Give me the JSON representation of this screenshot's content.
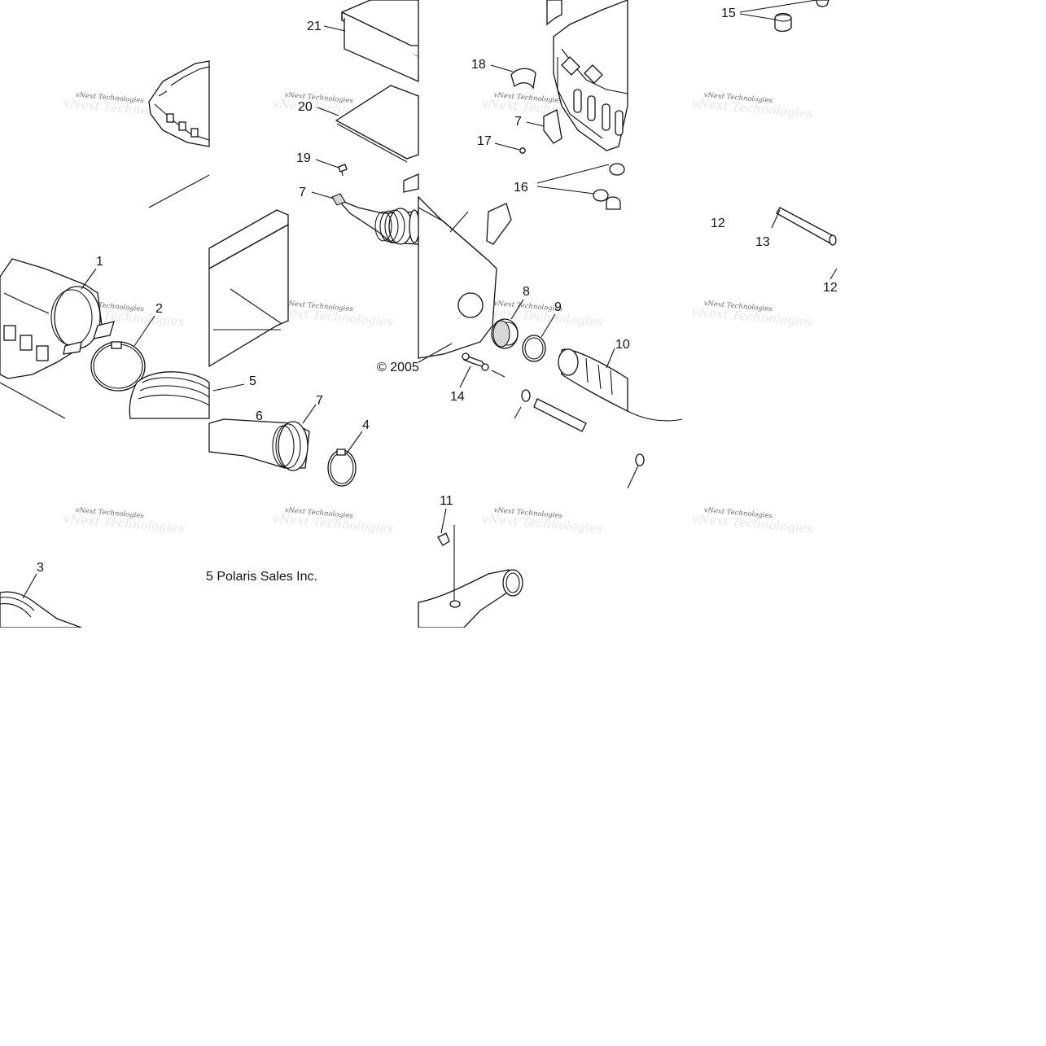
{
  "callouts": [
    {
      "id": "c21",
      "text": "21"
    },
    {
      "id": "c20",
      "text": "20"
    },
    {
      "id": "c19",
      "text": "19"
    },
    {
      "id": "c7a",
      "text": "7"
    },
    {
      "id": "c18",
      "text": "18"
    },
    {
      "id": "c7b",
      "text": "7"
    },
    {
      "id": "c17",
      "text": "17"
    },
    {
      "id": "c16",
      "text": "16"
    },
    {
      "id": "c15",
      "text": "15"
    },
    {
      "id": "c1",
      "text": "1"
    },
    {
      "id": "c2",
      "text": "2"
    },
    {
      "id": "c8",
      "text": "8"
    },
    {
      "id": "c9",
      "text": "9"
    },
    {
      "id": "c10",
      "text": "10"
    },
    {
      "id": "c14",
      "text": "14"
    },
    {
      "id": "c5",
      "text": "5"
    },
    {
      "id": "c6",
      "text": "6"
    },
    {
      "id": "c7c",
      "text": "7"
    },
    {
      "id": "c4",
      "text": "4"
    },
    {
      "id": "c11",
      "text": "11"
    },
    {
      "id": "c3",
      "text": "3"
    },
    {
      "id": "c12a",
      "text": "12"
    },
    {
      "id": "c13",
      "text": "13"
    },
    {
      "id": "c12b",
      "text": "12"
    }
  ],
  "copyright_left": "© 2005",
  "copyright_right": "5 Polaris Sales Inc.",
  "watermark": "vNext Technologies",
  "colors": {
    "line": "#111111",
    "watermark": "#666666",
    "background": "#ffffff"
  }
}
